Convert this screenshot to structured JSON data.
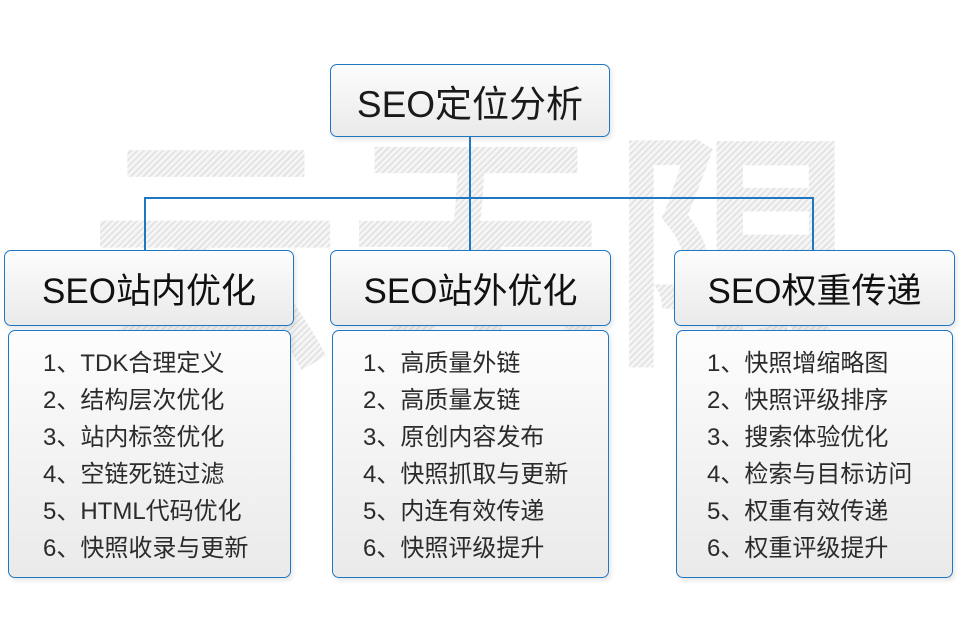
{
  "diagram": {
    "title": "SEO定位分析",
    "watermark": "云无限",
    "accent_color": "#1f77c4",
    "background_color": "#ffffff",
    "text_color": "#1a1a1a",
    "watermark_color": "#ececec"
  },
  "columns": [
    {
      "id": "seo-onsite",
      "header": "SEO站内优化",
      "items": [
        "1、TDK合理定义",
        "2、结构层次优化",
        "3、站内标签优化",
        "4、空链死链过滤",
        "5、HTML代码优化",
        "6、快照收录与更新"
      ]
    },
    {
      "id": "seo-offsite",
      "header": "SEO站外优化",
      "items": [
        "1、高质量外链",
        "2、高质量友链",
        "3、原创内容发布",
        "4、快照抓取与更新",
        "5、内连有效传递",
        "6、快照评级提升"
      ]
    },
    {
      "id": "seo-weight",
      "header": "SEO权重传递",
      "items": [
        "1、快照增缩略图",
        "2、快照评级排序",
        "3、搜索体验优化",
        "4、检索与目标访问",
        "5、权重有效传递",
        "6、权重评级提升"
      ]
    }
  ]
}
